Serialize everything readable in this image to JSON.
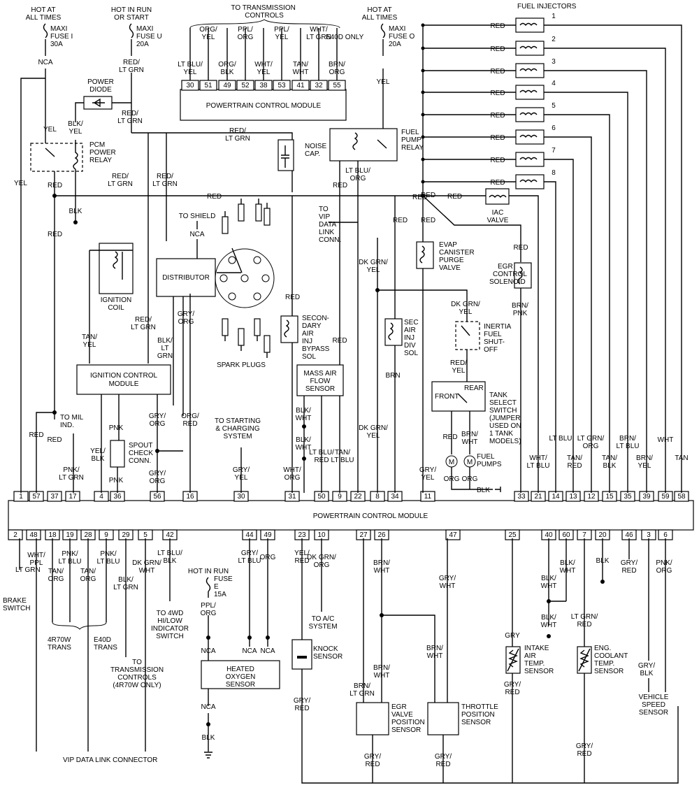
{
  "pcm": {
    "title": "POWERTRAIN CONTROL MODULE",
    "top_pins": [
      "1",
      "57",
      "37",
      "17",
      "4",
      "36",
      "56",
      "16",
      "30",
      "31",
      "50",
      "9",
      "22",
      "8",
      "34",
      "11",
      "33",
      "21",
      "14",
      "13",
      "12",
      "15",
      "35",
      "39",
      "59",
      "58"
    ],
    "bottom_pins": [
      "2",
      "48",
      "18",
      "19",
      "28",
      "9",
      "29",
      "5",
      "42",
      "44",
      "49",
      "23",
      "10",
      "27",
      "26",
      "47",
      "25",
      "40",
      "60",
      "7",
      "20",
      "46",
      "3",
      "6"
    ]
  },
  "top_pcm": {
    "title": "POWERTRAIN CONTROL MODULE",
    "pins": [
      "30",
      "51",
      "49",
      "52",
      "38",
      "53",
      "41",
      "32",
      "55"
    ],
    "header": "TO TRANSMISSION CONTROLS",
    "e40d_note": "E40D ONLY",
    "wire_labels": [
      "LT BLU/ YEL",
      "ORG/ YEL",
      "ORG/ BLK",
      "PPL/ ORG",
      "WHT/ YEL",
      "PPL/ YEL",
      "TAN/ WHT",
      "WHT/ LT GRN",
      "BRN/ ORG"
    ]
  },
  "power": {
    "hot_all_times_1": "HOT AT ALL TIMES",
    "maxi_fuse_i": "MAXI FUSE I 30A",
    "hot_in_run": "HOT IN RUN OR START",
    "maxi_fuse_u": "MAXI FUSE U 20A",
    "hot_all_times_2": "HOT AT ALL TIMES",
    "maxi_fuse_o": "MAXI FUSE O 20A",
    "power_diode": "POWER DIODE",
    "pcm_power_relay": "PCM POWER RELAY",
    "fuel_pump_relay": "FUEL PUMP RELAY",
    "noise_cap": "NOISE CAP."
  },
  "fuel_injectors": {
    "title": "FUEL INJECTORS",
    "numbers": [
      "1",
      "2",
      "3",
      "4",
      "5",
      "6",
      "7",
      "8"
    ]
  },
  "components": {
    "ignition_coil": "IGNITION COIL",
    "distributor": "DISTRIBUTOR",
    "to_shield": "TO SHIELD",
    "spark_plugs": "SPARK PLUGS",
    "icm": "IGNITION CONTROL MODULE",
    "spout": "SPOUT CHECK CONN.",
    "to_mil": "TO MIL IND.",
    "to_starting": "TO STARTING & CHARGING SYSTEM",
    "secondary_air": "SECON- DARY AIR INJ BYPASS SOL",
    "maf": "MASS AIR FLOW SENSOR",
    "to_vip": "TO VIP DATA LINK CONN.",
    "sec_air_div": "SEC AIR INJ DIV SOL",
    "evap": "EVAP CANISTER PURGE VALVE",
    "inertia": "INERTIA FUEL SHUT- OFF",
    "tank_select": "TANK SELECT SWITCH (JUMPER USED ON 1 TANK MODELS)",
    "front": "FRONT",
    "rear": "REAR",
    "fuel_pumps": "FUEL PUMPS",
    "iac": "IAC VALVE",
    "egr_control": "EGR CONTROL SOLENOID",
    "brake_switch": "BRAKE SWITCH",
    "trans_4r70w": "4R70W TRANS",
    "trans_e40d": "E40D TRANS",
    "to_trans_controls": "TO TRANSMISSION CONTROLS (4R70W ONLY)",
    "to_4wd": "TO 4WD HI/LOW INDICATOR SWITCH",
    "hot_in_run_e": "HOT IN RUN",
    "fuse_e": "FUSE E 15A",
    "heated_o2": "HEATED OXYGEN SENSOR",
    "knock": "KNOCK SENSOR",
    "to_ac": "TO A/C SYSTEM",
    "egr_pos": "EGR VALVE POSITION SENSOR",
    "throttle_pos": "THROTTLE POSITION SENSOR",
    "intake_air": "INTAKE AIR TEMP. SENSOR",
    "coolant": "ENG. COOLANT TEMP. SENSOR",
    "vss": "VEHICLE SPEED SENSOR",
    "vip_connector": "VIP DATA LINK CONNECTOR",
    "blk_ground": "BLK"
  },
  "wire_colors": {
    "red": "RED",
    "yel": "YEL",
    "nca": "NCA",
    "blk": "BLK",
    "brn": "BRN",
    "pnk": "PNK",
    "red_ltgrn": "RED/ LT GRN",
    "blk_yel": "BLK/ YEL",
    "tan_yel": "TAN/ YEL",
    "gry_org": "GRY/ ORG",
    "blk_ltgrn": "BLK/ LT GRN",
    "org_red": "ORG/ RED",
    "yel_blk": "YEL/ BLK",
    "pnk_ltgrn": "PNK/ LT GRN",
    "gry_yel": "GRY/ YEL",
    "blk_wht": "BLK/ WHT",
    "wht_org": "WHT/ ORG",
    "ltblu_red": "LT BLU/ RED",
    "tan_ltblu": "TAN/ LT BLU",
    "ltblu_org": "LT BLU/ ORG",
    "dkgrn_yel": "DK GRN/ YEL",
    "red_yel": "RED/ YEL",
    "brn_wht": "BRN/ WHT",
    "org": "ORG",
    "brn_pnk": "BRN/ PNK",
    "wht_ltblu": "WHT/ LT BLU",
    "lt_blu": "LT BLU",
    "tan_red": "TAN/ RED",
    "ltgrn_org": "LT GRN/ ORG",
    "tan_blk": "TAN/ BLK",
    "brn_ltblu": "BRN/ LT BLU",
    "brn_yel": "BRN/ YEL",
    "wht": "WHT",
    "tan": "TAN",
    "lt_grn": "LT GRN",
    "wht_ppl": "WHT/ PPL",
    "tan_org": "TAN/ ORG",
    "pnk_ltblu": "PNK/ LT BLU",
    "dkgrn_wht": "DK GRN/ WHT",
    "ltblu_blk": "LT BLU/ BLK",
    "gry_ltblu": "GRY/ LT BLU",
    "ppl_org": "PPL/ ORG",
    "yel_red": "YEL/ RED",
    "dkgrn_org": "DK GRN/ ORG",
    "brn_ltgrn": "BRN/ LT GRN",
    "gry_wht": "GRY/ WHT",
    "gry": "GRY",
    "gry_red": "GRY/ RED",
    "ltgrn_red": "LT GRN/ RED",
    "pnk_org": "PNK/ ORG",
    "gry_blk": "GRY/ BLK",
    "blk_arrow": "BLK"
  }
}
